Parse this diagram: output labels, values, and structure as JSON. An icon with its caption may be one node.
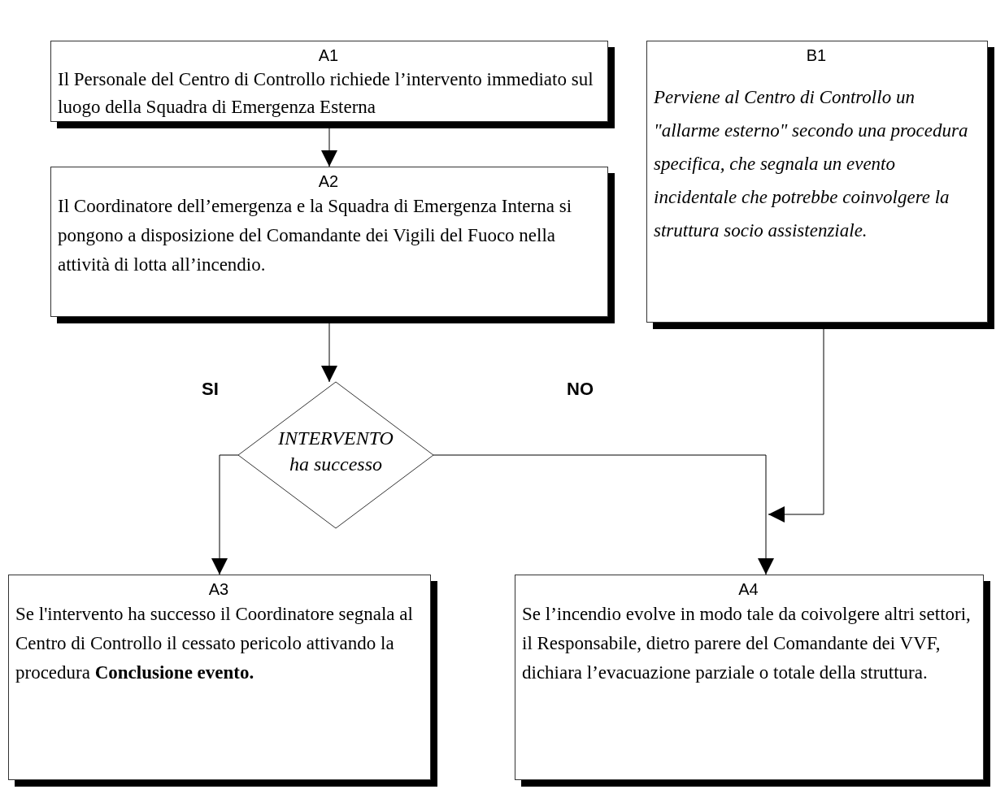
{
  "diagram": {
    "nodes": [
      {
        "text": [
          "A1",
          "Il Personale del Centro di Controllo richiede l’intervento immediato sul luogo della Squadra di Emergenza Esterna"
        ]
      },
      {
        "text": [
          "A2",
          "Il Coordinatore dell’emergenza e la Squadra di Emergenza Interna si pongono a disposizione del Comandante dei Vigili del Fuoco nella attività di lotta all’incendio."
        ]
      },
      {
        "text": [
          "B1",
          "Perviene al Centro di Controllo un \"allarme esterno\"  secondo una procedura specifica, che segnala un evento incidentale che potrebbe coinvolgere la struttura socio assistenziale."
        ]
      },
      {
        "text": [
          "INTERVENTO ha successo"
        ]
      },
      {
        "text": [
          "A3",
          "Se l'intervento ha successo il Coordinatore segnala al Centro di Controllo il cessato pericolo attivando la procedura **Conclusione evento.**"
        ]
      },
      {
        "text": [
          "A4",
          "Se l’incendio evolve in modo tale da coivolgere altri settori, il Responsabile, dietro parere del Comandante dei VVF, dichiara l’evacuazione parziale o totale della struttura."
        ]
      }
    ],
    "edges": [
      {
        "from": 0,
        "to": 1,
        "arrow": "to"
      },
      {
        "from": 1,
        "to": 3,
        "arrow": "to"
      },
      {
        "from": 3,
        "to": 4,
        "arrow": "to",
        "label": "SI"
      },
      {
        "from": 3,
        "to": 5,
        "arrow": "to",
        "label": "NO"
      },
      {
        "from": 2,
        "to": 5,
        "arrow": "to"
      }
    ]
  }
}
